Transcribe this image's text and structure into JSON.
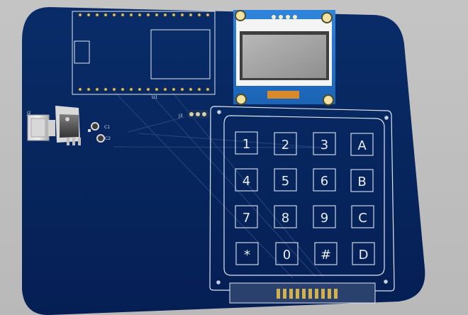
{
  "board": {
    "labels": {
      "esp": "U1",
      "header": "J3",
      "regulator_left": "J2",
      "cap1": "C1",
      "cap2": "C2"
    }
  },
  "keypad": {
    "rows": [
      [
        "1",
        "2",
        "3",
        "A"
      ],
      [
        "4",
        "5",
        "6",
        "B"
      ],
      [
        "7",
        "8",
        "9",
        "C"
      ],
      [
        "*",
        "0",
        "#",
        "D"
      ]
    ]
  },
  "colors": {
    "board_blue": "#06245d",
    "silkscreen": "#dfe6f2",
    "gold": "#d2b14a",
    "oled_blue": "#1f73c9"
  }
}
